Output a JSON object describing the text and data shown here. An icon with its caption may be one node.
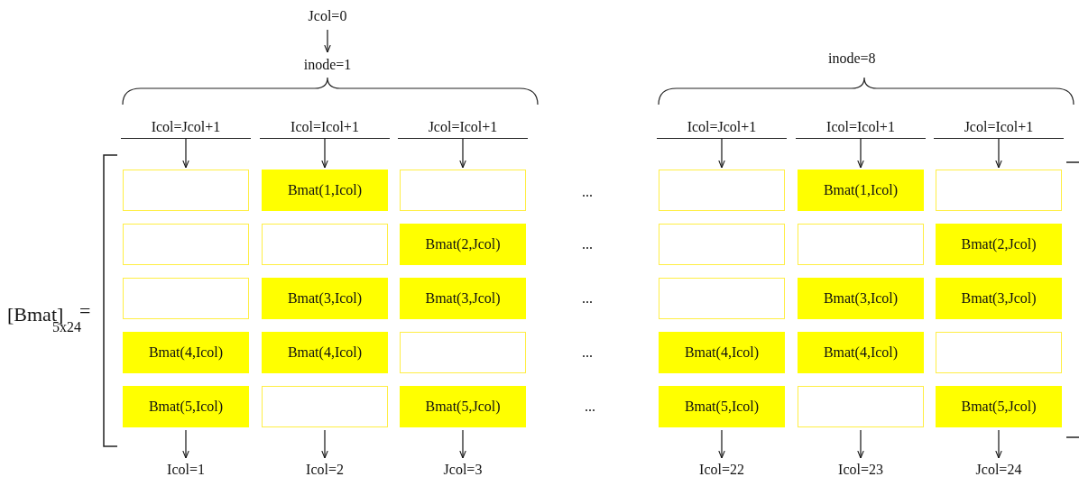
{
  "diagram": {
    "nodes": [
      {
        "text": [
          "Jcol=0"
        ]
      },
      {
        "text": [
          "inode=1"
        ]
      },
      {
        "text": [
          "Icol=Jcol+1"
        ]
      },
      {
        "text": [
          "Icol=Icol+1"
        ]
      },
      {
        "text": [
          "Jcol=Icol+1"
        ]
      },
      {
        "text": [
          "Icol=Jcol+1"
        ]
      },
      {
        "text": [
          "Icol=Icol+1"
        ]
      },
      {
        "text": [
          "Jcol=Icol+1"
        ]
      },
      {
        "text": [],
        "shape": "box"
      },
      {
        "text": [
          "Bmat(1,Icol)"
        ]
      },
      {
        "text": [],
        "shape": "box"
      },
      {
        "text": [],
        "shape": "box"
      },
      {
        "text": [
          "Bmat(1,Icol)"
        ]
      },
      {
        "text": [],
        "shape": "box"
      },
      {
        "text": [],
        "shape": "box"
      },
      {
        "text": [],
        "shape": "box"
      },
      {
        "text": [
          "Bmat(2,Jcol)"
        ]
      },
      {
        "text": [],
        "shape": "box"
      },
      {
        "text": [],
        "shape": "box"
      },
      {
        "text": [
          "Bmat(2,Jcol)"
        ]
      },
      {
        "text": [],
        "shape": "box"
      },
      {
        "text": [
          "Bmat(3,Icol)"
        ]
      },
      {
        "text": [
          "Bmat(3,Jcol)"
        ]
      },
      {
        "text": [],
        "shape": "box"
      },
      {
        "text": [
          "Bmat(3,Icol)"
        ]
      },
      {
        "text": [
          "Bmat(3,Jcol)"
        ]
      },
      {
        "text": [
          "Bmat(4,Icol)"
        ]
      },
      {
        "text": [
          "Bmat(4,Icol)"
        ]
      },
      {
        "text": [],
        "shape": "box"
      },
      {
        "text": [
          "Bmat(4,Icol)"
        ]
      },
      {
        "text": [
          "Bmat(4,Icol)"
        ]
      },
      {
        "text": [],
        "shape": "box"
      },
      {
        "text": [
          "Bmat(5,Icol)"
        ]
      },
      {
        "text": [],
        "shape": "box"
      },
      {
        "text": [
          "Bmat(5,Jcol)"
        ]
      },
      {
        "text": [
          "Bmat(5,Icol)"
        ]
      },
      {
        "text": [],
        "shape": "box"
      },
      {
        "text": [
          "Bmat(5,Jcol)"
        ]
      },
      {
        "text": [
          "Icol=1"
        ]
      },
      {
        "text": [
          "Icol=2"
        ]
      },
      {
        "text": [
          "Jcol=3"
        ]
      },
      {
        "text": [
          "Icol=22"
        ]
      },
      {
        "text": [
          "Icol=23"
        ]
      },
      {
        "text": [
          "Jcol=24"
        ]
      }
    ],
    "edges": [
      {
        "from": 0,
        "to": 1,
        "arrow": "to"
      },
      {
        "from": 2,
        "to": 8,
        "arrow": "to"
      },
      {
        "from": 3,
        "to": 9,
        "arrow": "to"
      },
      {
        "from": 4,
        "to": 10,
        "arrow": "to"
      },
      {
        "from": 5,
        "to": 11,
        "arrow": "to"
      },
      {
        "from": 6,
        "to": 12,
        "arrow": "to"
      },
      {
        "from": 7,
        "to": 13,
        "arrow": "to"
      },
      {
        "from": 32,
        "to": 38,
        "arrow": "to"
      },
      {
        "from": 33,
        "to": 39,
        "arrow": "to"
      },
      {
        "from": 34,
        "to": 40,
        "arrow": "to"
      },
      {
        "from": 35,
        "to": 41,
        "arrow": "to"
      },
      {
        "from": 36,
        "to": 42,
        "arrow": "to"
      },
      {
        "from": 37,
        "to": 43,
        "arrow": "to"
      }
    ],
    "labels": [
      "inode=8",
      "...",
      "...",
      "[Bmat]",
      "=",
      "...",
      "5x24",
      "...",
      "..."
    ]
  }
}
